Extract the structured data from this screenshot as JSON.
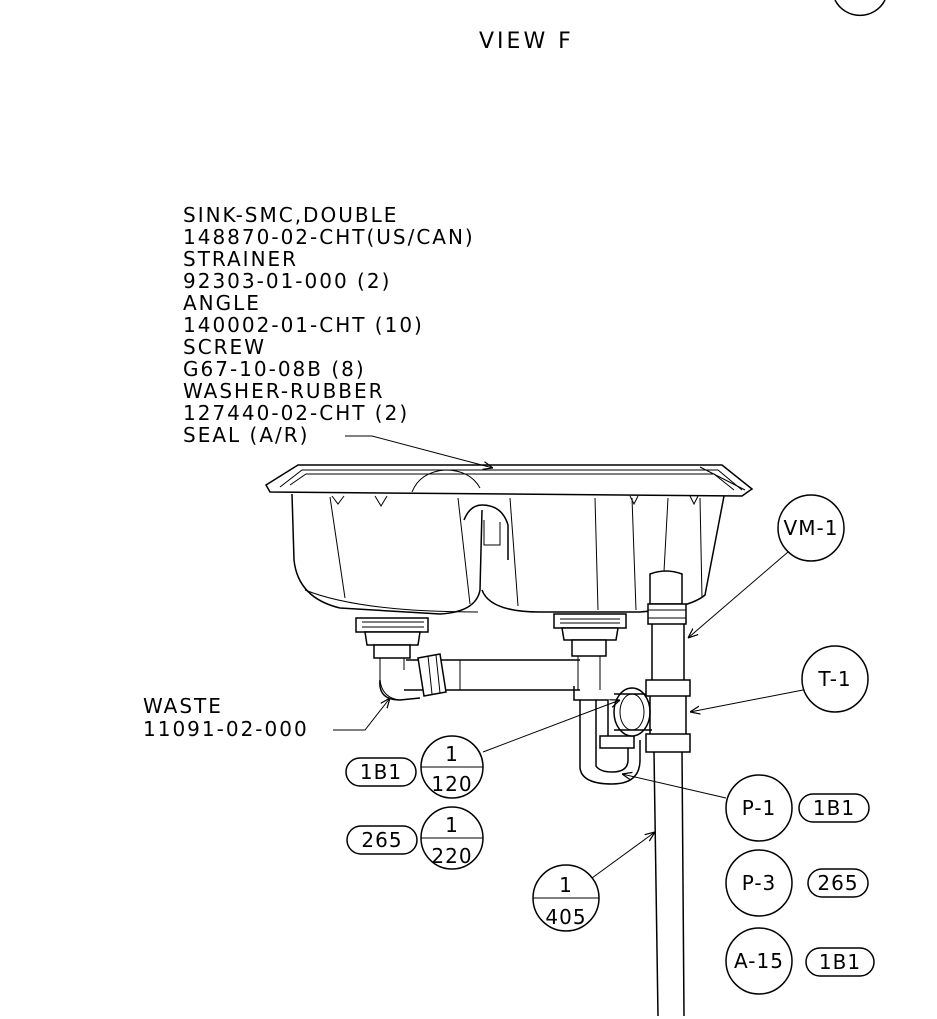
{
  "view_title": "VIEW F",
  "sink_notes": [
    "SINK-SMC,DOUBLE",
    "148870-02-CHT(US/CAN)",
    "STRAINER",
    "92303-01-000 (2)",
    "ANGLE",
    "140002-01-CHT (10)",
    "SCREW",
    "G67-10-08B (8)",
    "WASHER-RUBBER",
    "127440-02-CHT (2)",
    "SEAL (A/R)"
  ],
  "waste": {
    "name": "WASTE",
    "part": "11091-02-000"
  },
  "callouts": {
    "vm1": "VM-1",
    "t1": "T-1",
    "p1": "P-1",
    "p3": "P-3",
    "a15": "A-15"
  },
  "zone_tags": {
    "p1_zone": "1B1",
    "p3_zone": "265",
    "a15_zone": "1B1",
    "detail_120_zone": "1B1",
    "detail_220_zone": "265"
  },
  "details": {
    "d120": {
      "top": "1",
      "bottom": "120"
    },
    "d220": {
      "top": "1",
      "bottom": "220"
    },
    "d405": {
      "top": "1",
      "bottom": "405"
    }
  }
}
